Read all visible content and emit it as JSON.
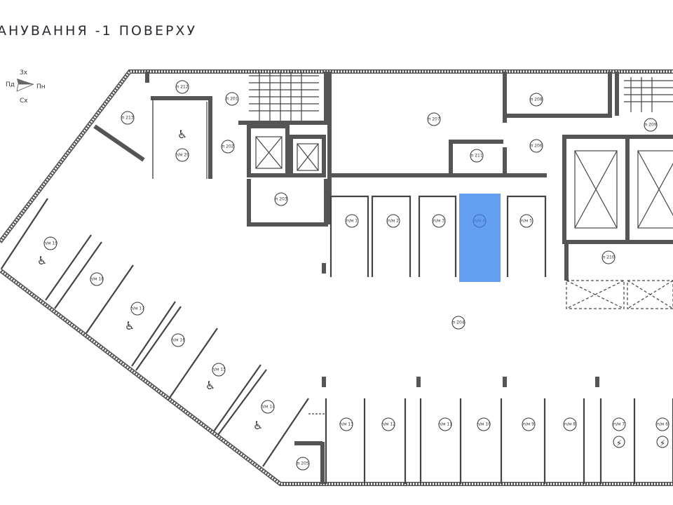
{
  "title": "АНУВАННЯ -1 ПОВЕРХУ",
  "compass": {
    "north": "Зх",
    "west": "Пд",
    "east": "Пн",
    "south": "Сх"
  },
  "highlight_color": "#4a8ef0",
  "rooms": {
    "p212": "п 212",
    "p201": "п 201",
    "p213": "п 213",
    "pm20": "п/м 20",
    "p202": "п 202",
    "p203": "п 203",
    "p207": "п 207",
    "p208": "п 208",
    "p209": "п 209",
    "p206": "п 206",
    "p211": "п 211",
    "p210": "п 210",
    "p204": "п 204",
    "p205": "п 205"
  },
  "parking": {
    "pm1": "п/м 1",
    "pm2": "п/м 2",
    "pm3": "п/м 3",
    "pm4": "п/м 4",
    "pm5": "п/м 5",
    "pm6": "п/м 6",
    "pm7": "п/м 7",
    "pm8": "п/м 8",
    "pm9": "п/м 9",
    "pm10": "п/м 10",
    "pm11": "п/м 11",
    "pm12": "п/м 12",
    "pm13": "п/м 13",
    "pm14": "п/м 14",
    "pm15": "п/м 15",
    "pm16": "п/м 16",
    "pm17": "п/м 17",
    "pm18": "п/м 18",
    "pm19": "п/м 19"
  },
  "selected_space": "п/м 4",
  "icons": {
    "accessible": "wheelchair-icon",
    "ev": "lightning-icon"
  }
}
